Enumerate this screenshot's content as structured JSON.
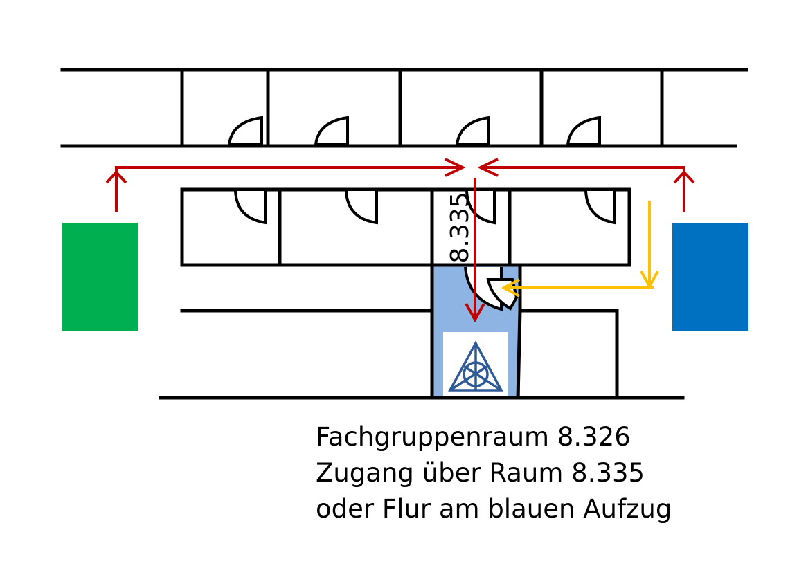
{
  "room_label": "8.335",
  "caption": {
    "line1": "Fachgruppenraum 8.326",
    "line2": "Zugang über Raum 8.335",
    "line3": "oder Flur am blauen Aufzug"
  },
  "colors": {
    "green_elevator": "#00B050",
    "blue_elevator": "#0070C0",
    "target_room": "#8EB4E3",
    "red_route": "#C00000",
    "yellow_route": "#FFC000",
    "logo_blue": "#2E5A96"
  },
  "icons": {
    "logo": "university-triangle-logo"
  }
}
